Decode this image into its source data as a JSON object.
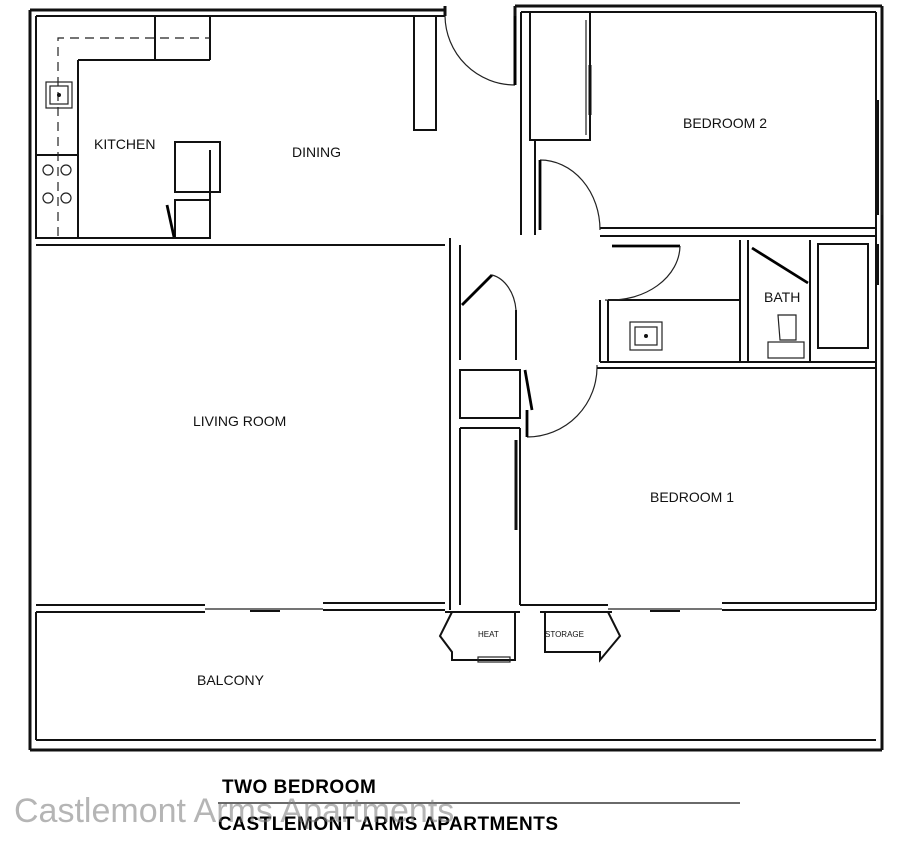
{
  "rooms": {
    "kitchen": "KITCHEN",
    "dining": "DINING",
    "bedroom2": "BEDROOM 2",
    "bath": "BATH",
    "living_room": "LIVING ROOM",
    "bedroom1": "BEDROOM 1",
    "balcony": "BALCONY",
    "heat": "HEAT",
    "storage": "STORAGE"
  },
  "title": {
    "unit_type": "TWO BEDROOM",
    "complex_name": "CASTLEMONT ARMS APARTMENTS"
  },
  "watermark": "Castlemont Arms Apartments"
}
